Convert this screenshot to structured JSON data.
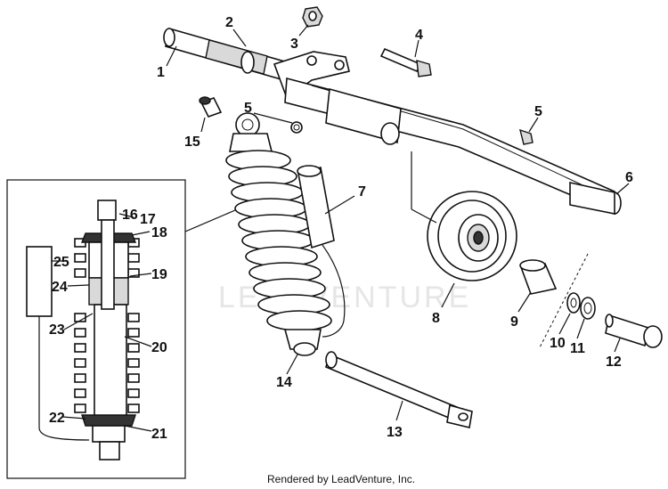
{
  "watermark": "LEADVENTURE",
  "footer": "Rendered by LeadVenture, Inc.",
  "callouts": {
    "c1": "1",
    "c2": "2",
    "c3": "3",
    "c4": "4",
    "c5a": "5",
    "c5b": "5",
    "c6": "6",
    "c7": "7",
    "c8": "8",
    "c9": "9",
    "c10": "10",
    "c11": "11",
    "c12": "12",
    "c13": "13",
    "c14": "14",
    "c15": "15",
    "c16": "16",
    "c17": "17",
    "c18": "18",
    "c19": "19",
    "c20": "20",
    "c21": "21",
    "c22": "22",
    "c23": "23",
    "c24": "24",
    "c25": "25"
  }
}
